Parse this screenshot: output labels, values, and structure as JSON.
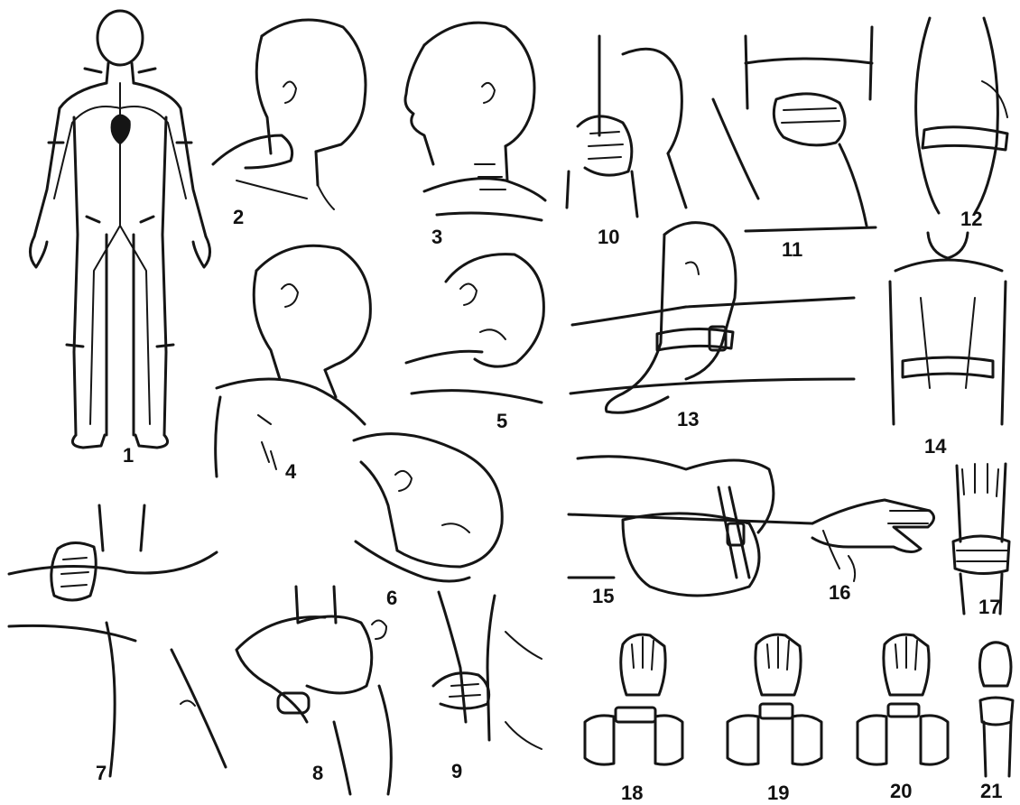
{
  "figure_labels": [
    "1",
    "2",
    "3",
    "4",
    "5",
    "6",
    "7",
    "8",
    "9",
    "10",
    "11",
    "12",
    "13",
    "14",
    "15",
    "16",
    "17",
    "18",
    "19",
    "20",
    "21"
  ],
  "icons": {
    "panel_1": "arterial-map-figure-icon",
    "panel_2": "carotid-pressure-front-icon",
    "panel_3": "neck-pressure-points-icon",
    "panel_4": "subclavian-pressure-icon",
    "panel_5": "carotid-pressure-lying-icon",
    "panel_6": "head-turned-pressure-icon",
    "panel_7": "axillary-pressure-icon",
    "panel_8": "arm-flexed-with-roll-icon",
    "panel_9": "brachial-pressure-icon",
    "panel_10": "femoral-pressure-icon",
    "panel_11": "fist-pressure-groin-icon",
    "panel_12": "upper-arm-tourniquet-icon",
    "panel_13": "thigh-tourniquet-seated-icon",
    "panel_14": "shoulders-strap-back-icon",
    "panel_15": "thigh-tourniquet-flexed-icon",
    "panel_16": "hand-with-cord-icon",
    "panel_17": "wrist-grip-icon",
    "panel_18": "wrist-tourniquet-step1-icon",
    "panel_19": "wrist-tourniquet-step2-icon",
    "panel_20": "wrist-tourniquet-step3-icon",
    "panel_21": "wrist-tourniquet-done-icon"
  },
  "colors": {
    "ink": "#151515",
    "paper": "#ffffff"
  }
}
